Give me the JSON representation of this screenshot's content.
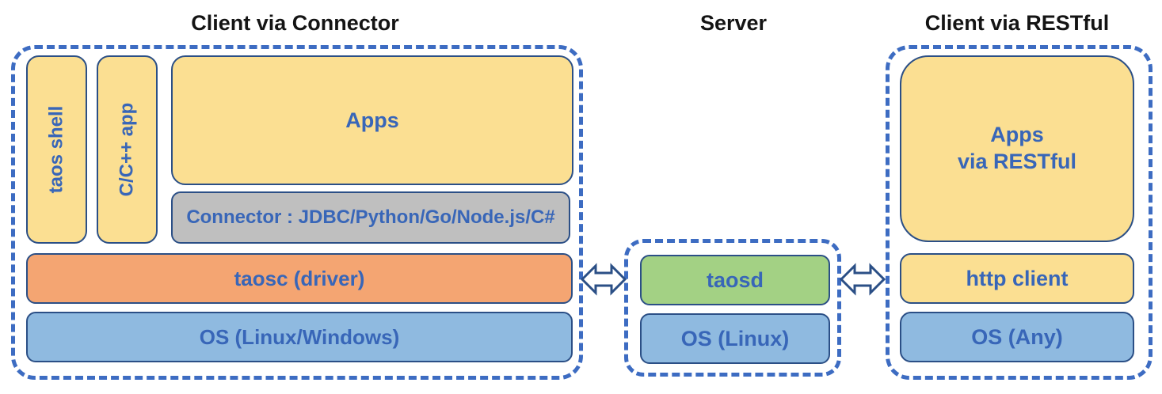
{
  "colors": {
    "dashed_border": "#3d6cc2",
    "solid_border": "#2b4f86",
    "label_blue": "#3866b8",
    "title_black": "#141414",
    "yellow_box": "#fbdf92",
    "orange_box": "#f4a572",
    "blue_box": "#8fbae0",
    "green_box": "#a3d184",
    "gray_box": "#bfbfbf"
  },
  "sections": {
    "client_connector": {
      "title": "Client via Connector",
      "taos_shell": "taos shell",
      "cpp_app": "C/C++ app",
      "apps": "Apps",
      "connector": "Connector : JDBC/Python/Go/Node.js/C#",
      "taosc": "taosc (driver)",
      "os": "OS (Linux/Windows)"
    },
    "server": {
      "title": "Server",
      "taosd": "taosd",
      "os": "OS (Linux)"
    },
    "client_restful": {
      "title": "Client via RESTful",
      "apps_line1": "Apps",
      "apps_line2": "via RESTful",
      "http_client": "http client",
      "os": "OS (Any)"
    }
  },
  "arrows": {
    "left": "bidirectional-arrow",
    "right": "bidirectional-arrow"
  }
}
